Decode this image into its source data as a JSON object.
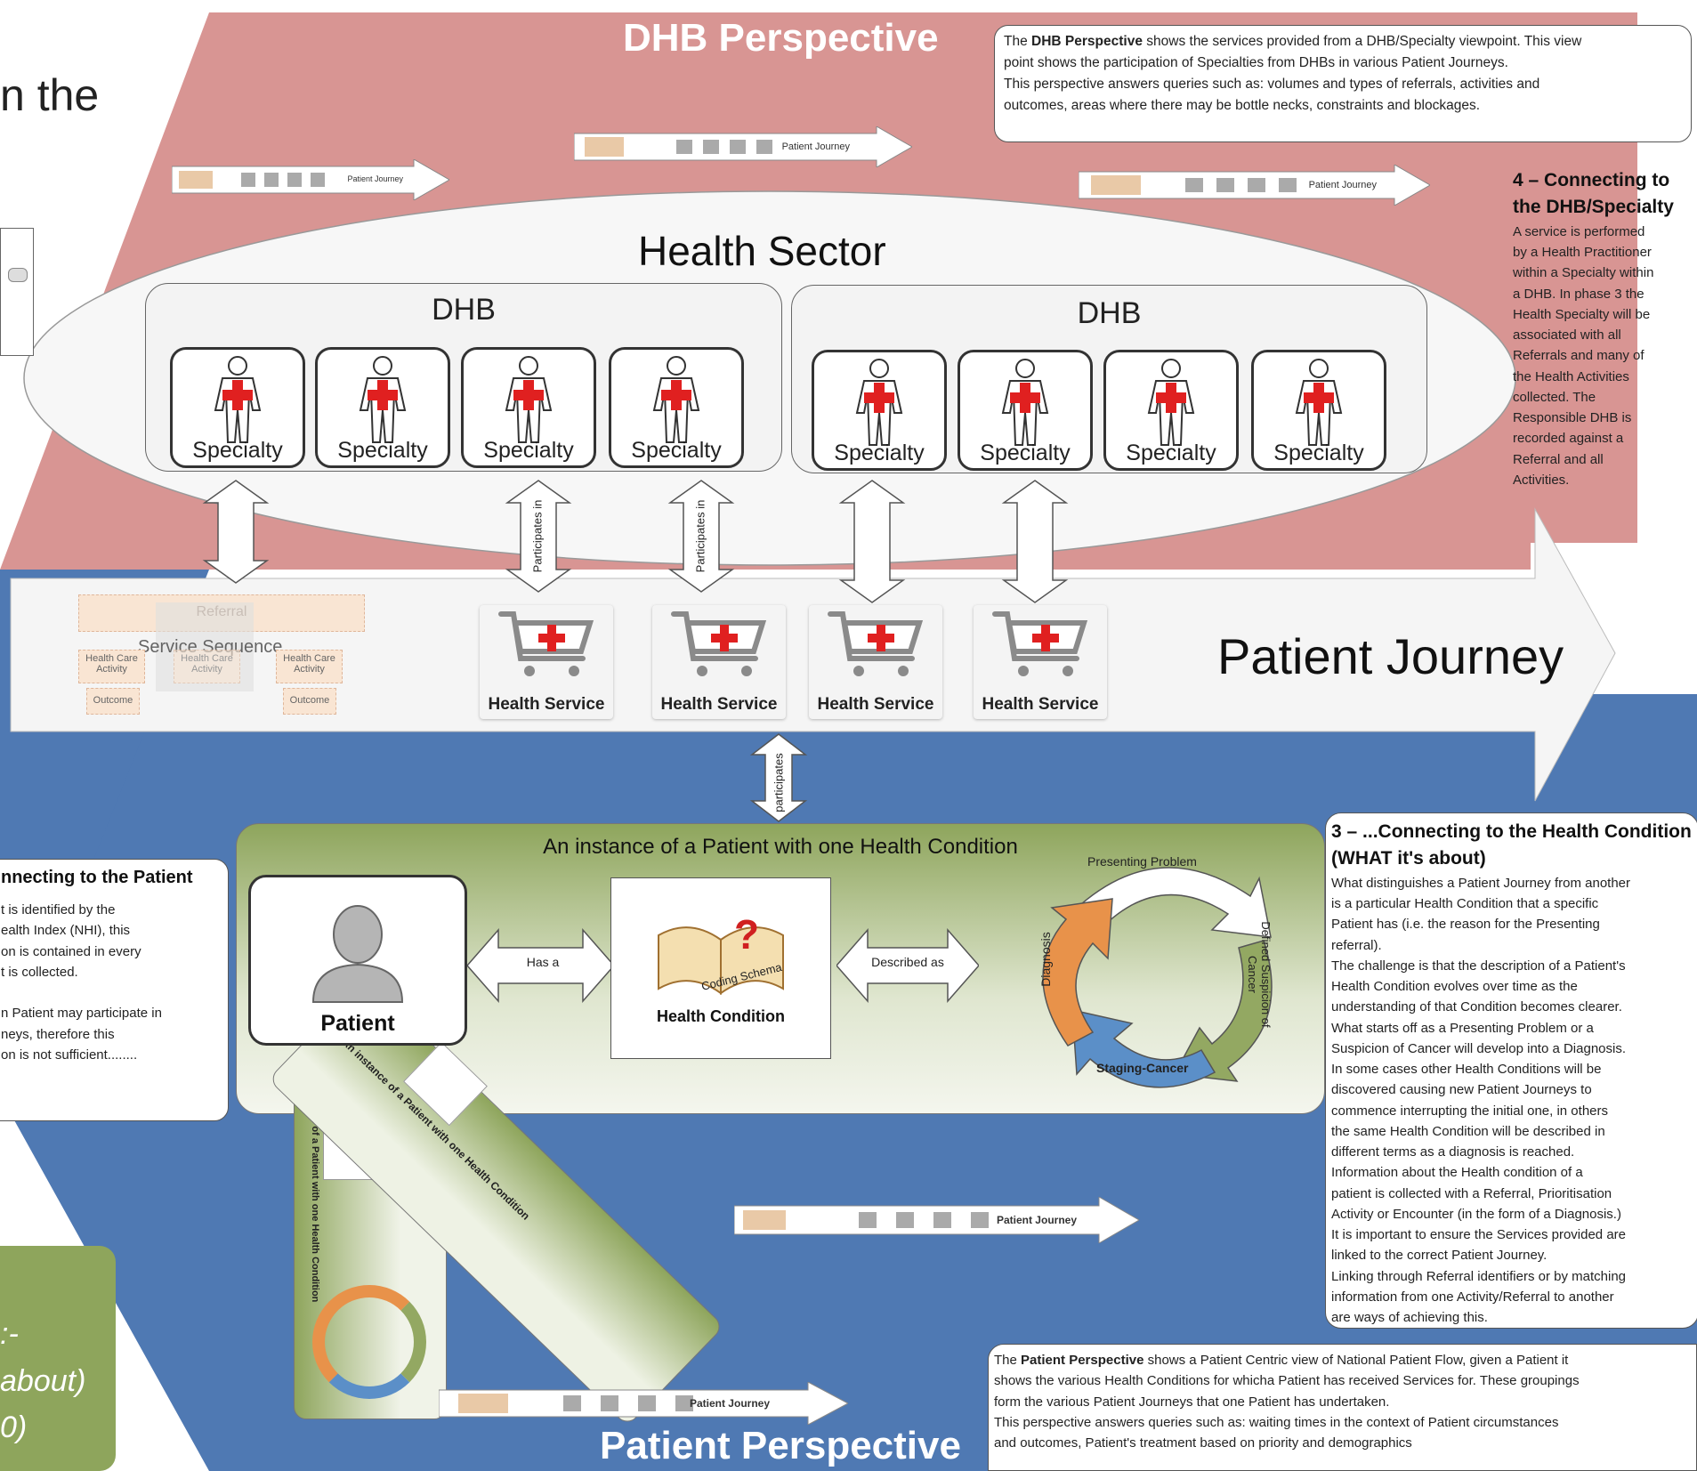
{
  "titles": {
    "dhb_perspective": "DHB Perspective",
    "patient_perspective": "Patient Perspective",
    "health_sector": "Health Sector",
    "patient_journey": "Patient Journey",
    "left_title_fragment": "n the"
  },
  "dhb_groups": [
    {
      "label": "DHB",
      "specialties": [
        "Specialty",
        "Specialty",
        "Specialty",
        "Specialty"
      ]
    },
    {
      "label": "DHB",
      "specialties": [
        "Specialty",
        "Specialty",
        "Specialty",
        "Specialty"
      ]
    }
  ],
  "connectors": {
    "participates_in": "Participates in",
    "participates": "participates",
    "has_a": "Has a",
    "described_as": "Described as"
  },
  "health_services": [
    "Health Service",
    "Health Service",
    "Health Service",
    "Health Service"
  ],
  "service_sequence": {
    "referral": "Referral",
    "title": "Service Sequence",
    "activity_left": "Health Care Activity",
    "activity_mid": "Health Care Activity",
    "activity_right": "Health Care Activity",
    "outcome_left": "Outcome",
    "outcome_right": "Outcome"
  },
  "patient_journey_label": "Patient Journey",
  "patient_instance": {
    "title": "An instance of a Patient with one Health Condition",
    "patient": "Patient",
    "health_condition": "Health Condition",
    "coding_schema": "Coding Schema",
    "cycle": [
      "Presenting Problem",
      "Defined Suspicion of Cancer",
      "Staging-Cancer",
      "Diagnosis"
    ]
  },
  "stacked_instance_titles": [
    "An instance of a Patient with one Health Condition",
    "An instance of a Patient with one Health Condition"
  ],
  "notes": {
    "dhb_top": {
      "bold": "DHB Perspective",
      "lines": [
        "shows the services provided from a DHB/Specialty viewpoint.  This view",
        "point shows the participation of Specialties from DHBs in various Patient Journeys.",
        "This perspective answers queries such as: volumes and types of referrals, activities and",
        "outcomes, areas where there may be bottle necks, constraints and blockages."
      ],
      "first_prefix": "The"
    },
    "patient_bottom": {
      "first_prefix": "The",
      "bold": "Patient Perspective",
      "lines": [
        "shows a Patient Centric view of National Patient Flow, given a Patient it",
        "shows the various Health Conditions for whicha Patient has received Services for.  These groupings",
        "form the various Patient Journeys that one Patient has undertaken.",
        "This perspective answers queries such as: waiting times in the context of Patient circumstances",
        "and outcomes, Patient's treatment based on priority and demographics"
      ]
    }
  },
  "side_dhb": {
    "heading": "4 – Connecting to the DHB/Specialty",
    "lines": [
      "A service is performed",
      "by a Health Practitioner",
      "within a Specialty within",
      "a DHB.  In phase 3 the",
      "Health Specialty will be",
      "associated with all",
      "Referrals and many of",
      "the Health Activities",
      "collected.  The",
      "Responsible DHB is",
      "recorded against a",
      "Referral and all",
      "Activities."
    ]
  },
  "side_condition": {
    "heading": "3 – ...Connecting to the Health Condition (WHAT it's about)",
    "lines": [
      "What distinguishes a Patient Journey from another",
      "is a particular Health Condition that a specific",
      "Patient has (i.e. the reason for the Presenting",
      "referral).",
      "The challenge is that the description of a Patient's",
      "Health Condition evolves over time as the",
      "understanding of that Condition becomes clearer.",
      "What starts off as a Presenting Problem or a",
      "Suspicion of Cancer will develop into a Diagnosis.",
      "In some cases other Health Conditions will be",
      "discovered causing new Patient Journeys to",
      "commence interrupting the initial one, in others",
      "the same Health Condition will be described in",
      "different terms as a diagnosis is reached.",
      "Information about the Health condition of a",
      "patient is collected with a Referral, Prioritisation",
      "Activity or Encounter (in the form of a Diagnosis.)",
      "It is important to ensure the Services provided are",
      "linked to the correct Patient Journey.",
      "Linking through Referral identifiers or by matching",
      "information from one Activity/Referral to another",
      "are ways of achieving this."
    ]
  },
  "side_patient_partial": {
    "heading": "nnecting to the Patient",
    "lines": [
      "t is identified by the",
      "ealth Index (NHI), this",
      "on is contained in every",
      "t is collected.",
      "",
      "n Patient may participate in",
      "neys, therefore this",
      "on is not sufficient........"
    ]
  },
  "green_partial": {
    "lines": [
      ":-",
      "about)",
      "0)"
    ]
  },
  "colors": {
    "dhb_band": "#d89593",
    "patient_band": "#4f79b3",
    "green_panel": "#8ea55c",
    "cycle_orange": "#e8924a",
    "cycle_green": "#93a862",
    "cycle_blue": "#5b8fc8",
    "cross_red": "#e02020"
  }
}
